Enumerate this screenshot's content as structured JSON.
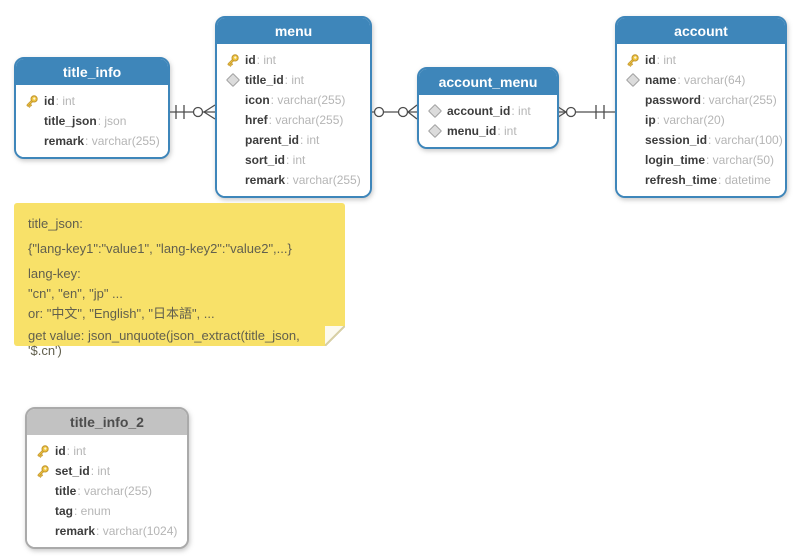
{
  "diagram": {
    "tables": [
      {
        "id": "title_info",
        "title": "title_info",
        "style": "blue",
        "fields": [
          {
            "name": "id",
            "type": "int",
            "icon": "key"
          },
          {
            "name": "title_json",
            "type": "json",
            "icon": "none"
          },
          {
            "name": "remark",
            "type": "varchar(255)",
            "icon": "none"
          }
        ]
      },
      {
        "id": "menu",
        "title": "menu",
        "style": "blue",
        "fields": [
          {
            "name": "id",
            "type": "int",
            "icon": "key"
          },
          {
            "name": "title_id",
            "type": "int",
            "icon": "diamond"
          },
          {
            "name": "icon",
            "type": "varchar(255)",
            "icon": "none"
          },
          {
            "name": "href",
            "type": "varchar(255)",
            "icon": "none"
          },
          {
            "name": "parent_id",
            "type": "int",
            "icon": "none"
          },
          {
            "name": "sort_id",
            "type": "int",
            "icon": "none"
          },
          {
            "name": "remark",
            "type": "varchar(255)",
            "icon": "none"
          }
        ]
      },
      {
        "id": "account_menu",
        "title": "account_menu",
        "style": "blue",
        "fields": [
          {
            "name": "account_id",
            "type": "int",
            "icon": "diamond"
          },
          {
            "name": "menu_id",
            "type": "int",
            "icon": "diamond"
          }
        ]
      },
      {
        "id": "account",
        "title": "account",
        "style": "blue",
        "fields": [
          {
            "name": "id",
            "type": "int",
            "icon": "key"
          },
          {
            "name": "name",
            "type": "varchar(64)",
            "icon": "diamond"
          },
          {
            "name": "password",
            "type": "varchar(255)",
            "icon": "none"
          },
          {
            "name": "ip",
            "type": "varchar(20)",
            "icon": "none"
          },
          {
            "name": "session_id",
            "type": "varchar(100)",
            "icon": "none"
          },
          {
            "name": "login_time",
            "type": "varchar(50)",
            "icon": "none"
          },
          {
            "name": "refresh_time",
            "type": "datetime",
            "icon": "none"
          }
        ]
      },
      {
        "id": "title_info_2",
        "title": "title_info_2",
        "style": "gray",
        "fields": [
          {
            "name": "id",
            "type": "int",
            "icon": "key"
          },
          {
            "name": "set_id",
            "type": "int",
            "icon": "key"
          },
          {
            "name": "title",
            "type": "varchar(255)",
            "icon": "none"
          },
          {
            "name": "tag",
            "type": "enum",
            "icon": "none"
          },
          {
            "name": "remark",
            "type": "varchar(1024)",
            "icon": "none"
          }
        ]
      }
    ],
    "relationships": [
      {
        "from": "title_info",
        "to": "menu",
        "from_cardinality": "one-and-only-one",
        "to_cardinality": "zero-or-many"
      },
      {
        "from": "menu",
        "to": "account_menu",
        "from_cardinality": "zero-or-one",
        "to_cardinality": "zero-or-many"
      },
      {
        "from": "account_menu",
        "to": "account",
        "from_cardinality": "zero-or-many",
        "to_cardinality": "one-and-only-one"
      }
    ],
    "note": {
      "lines": [
        "title_json:",
        "{\"lang-key1\":\"value1\", \"lang-key2\":\"value2\",...}",
        "lang-key:",
        "\"cn\", \"en\", \"jp\" ...",
        "or: \"中文\", \"English\", \"日本語\", ...",
        "get value: json_unquote(json_extract(title_json, '$.cn')"
      ]
    },
    "colors": {
      "table_header_blue": "#3E86BA",
      "table_border_blue": "#3E86BA",
      "table_header_gray": "#C2C2C2",
      "table_border_gray": "#AAAAAA",
      "field_name": "#3C3C3C",
      "field_type": "#B5B5B5",
      "note_background": "#F8E169",
      "note_text": "#62604E",
      "connector_line": "#4D4D4D",
      "key_icon_gold": "#F0C63F",
      "diamond_icon_gray": "#DCDCDC"
    }
  }
}
